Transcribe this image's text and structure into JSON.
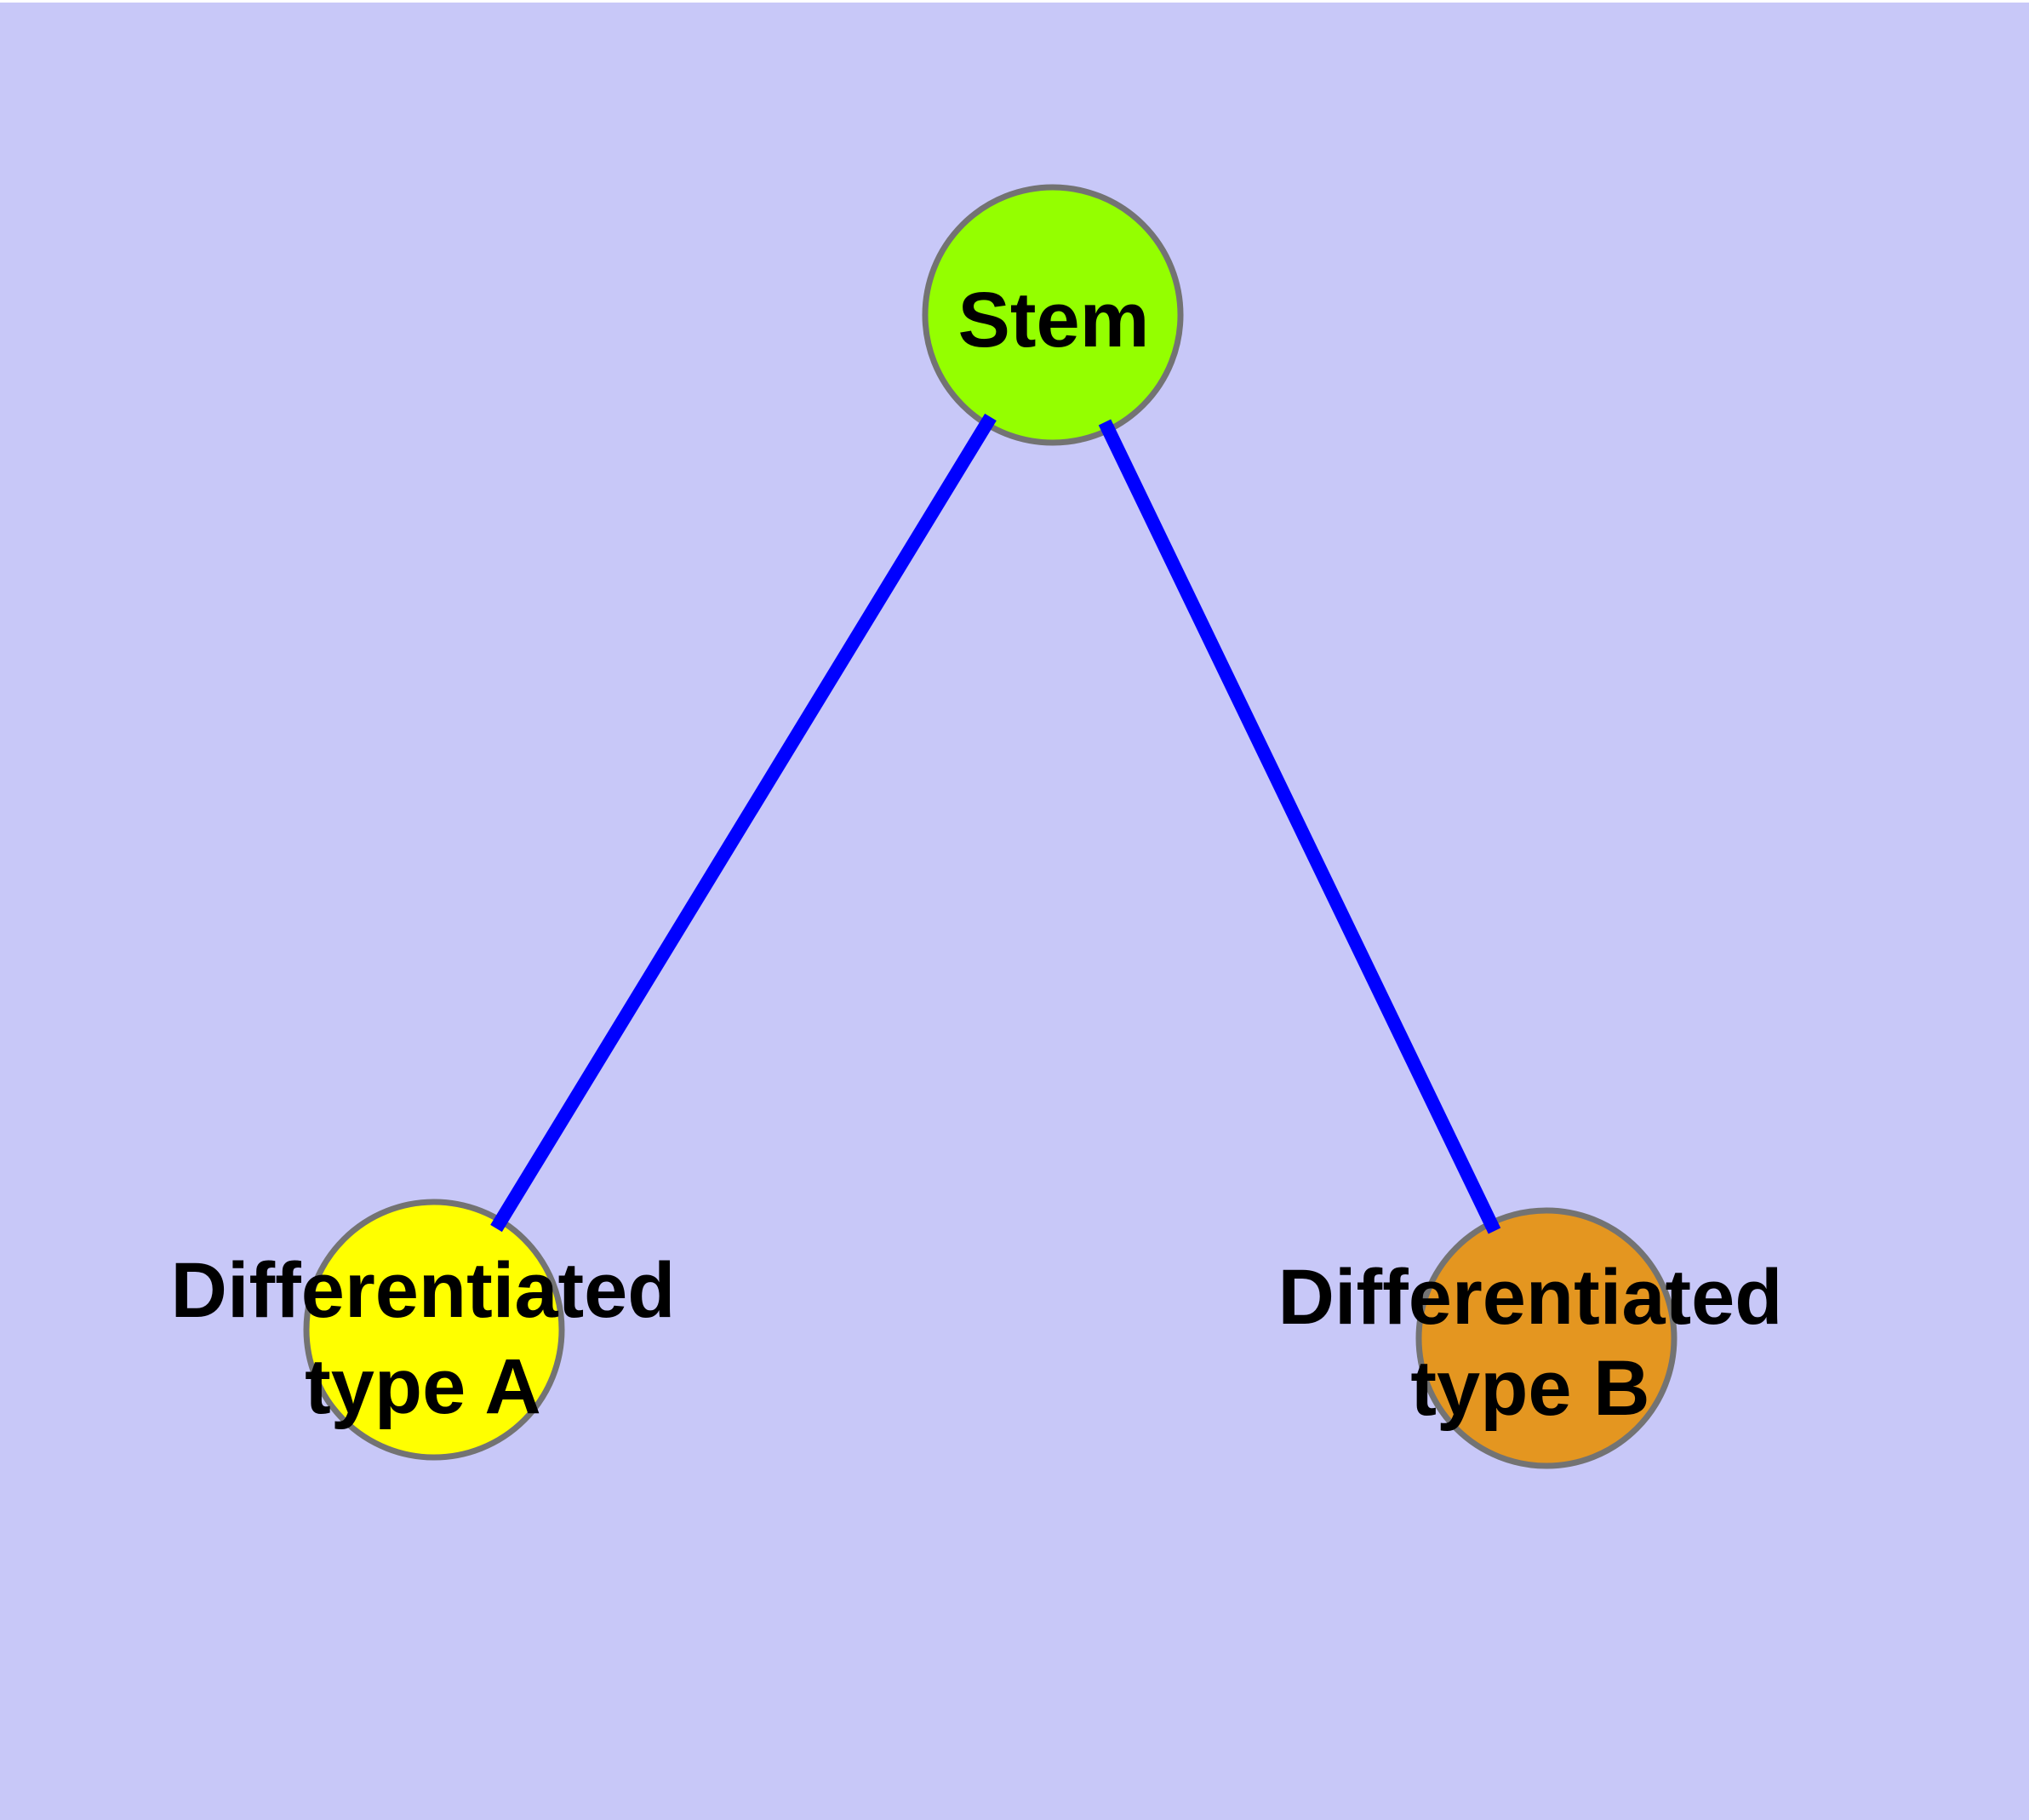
{
  "diagram": {
    "title": "",
    "type": "graph",
    "background_color": "#C8C8F8",
    "top_margin_color": "#FFFFFF",
    "node_border_color": "#737373",
    "edge_color": "#0000FF",
    "label_color": "#000000",
    "nodes": {
      "stem": {
        "label": "Stem",
        "fill": "#94FF00"
      },
      "type_a": {
        "label_line1": "Differentiated",
        "label_line2": "type A",
        "fill": "#FFFF00"
      },
      "type_b": {
        "label_line1": "Differentiated",
        "label_line2": "type B",
        "fill": "#E49620"
      }
    },
    "edges": [
      {
        "from": "Stem",
        "to": "Differentiated type A"
      },
      {
        "from": "Stem",
        "to": "Differentiated type B"
      }
    ]
  }
}
